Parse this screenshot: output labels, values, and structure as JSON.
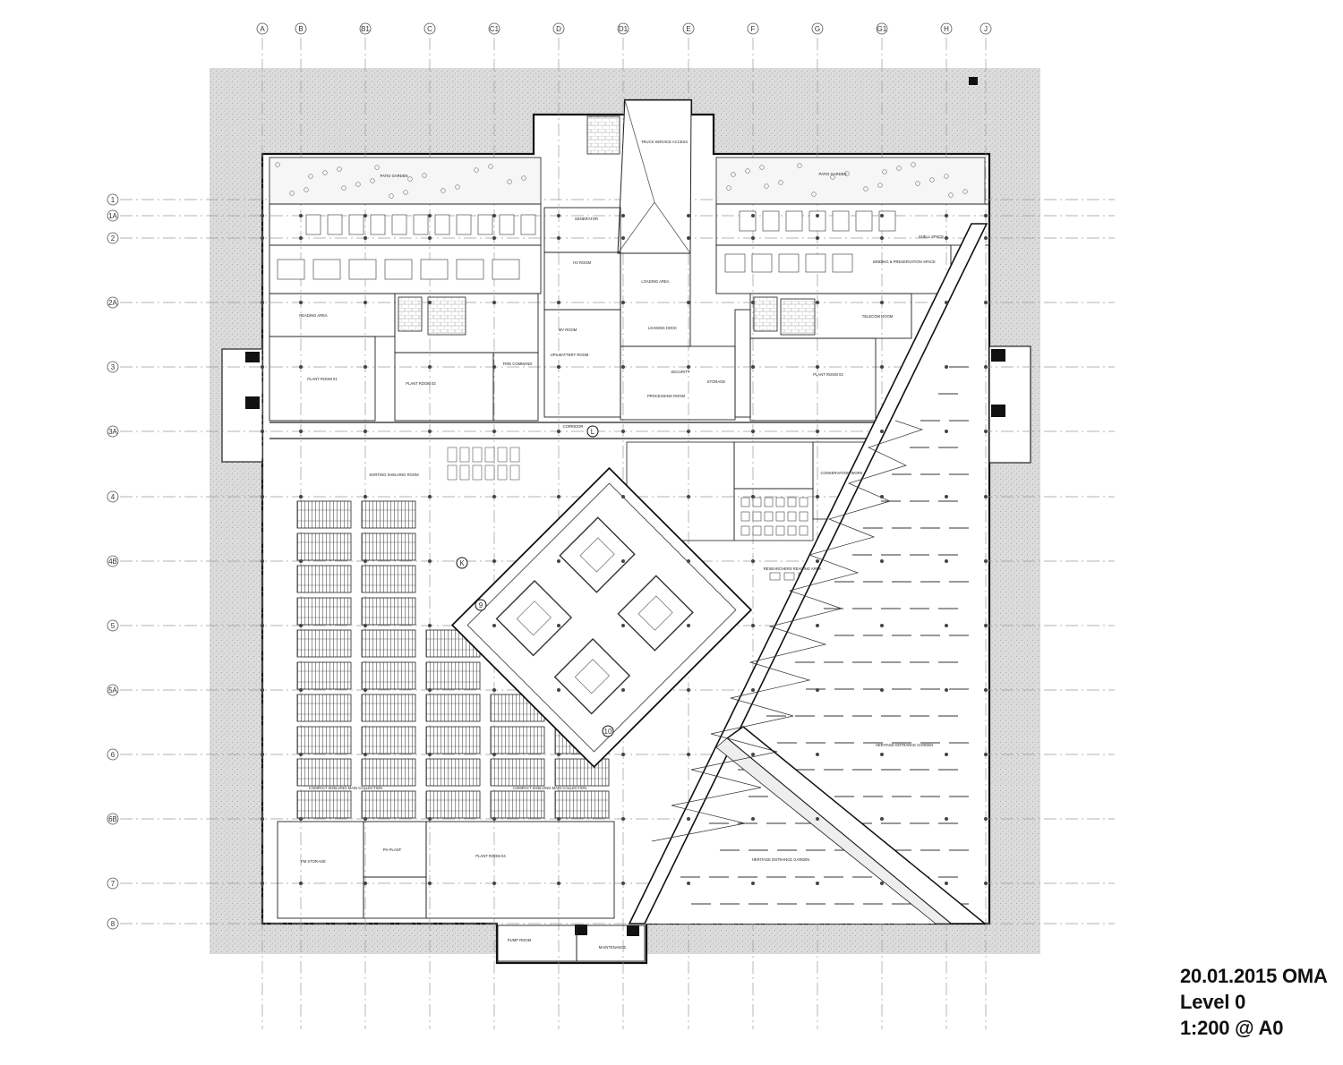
{
  "title_block": {
    "date_author": "20.01.2015 OMA",
    "level": "Level 0",
    "scale": "1:200 @ A0"
  },
  "grid": {
    "columns": [
      "A",
      "B",
      "B1",
      "C",
      "C1",
      "D",
      "D1",
      "E",
      "F",
      "G",
      "G1",
      "H",
      "J"
    ],
    "rows": [
      "1",
      "1A",
      "2",
      "2A",
      "3",
      "3A",
      "4",
      "4B",
      "5",
      "5A",
      "6",
      "6B",
      "7",
      "8"
    ]
  },
  "section_markers": [
    "L",
    "K",
    "9",
    "10"
  ],
  "rooms": [
    {
      "id": "patio_garden_w",
      "label": "PATIO GARDEN"
    },
    {
      "id": "patio_garden_e",
      "label": "PATIO GARDEN"
    },
    {
      "id": "truck_access",
      "label": "TRUCK SERVICE ACCESS"
    },
    {
      "id": "generator",
      "label": "GENERATOR"
    },
    {
      "id": "hv_room",
      "label": "HV ROOM"
    },
    {
      "id": "loading_area",
      "label": "LOADING AREA"
    },
    {
      "id": "loading_dock",
      "label": "LOADING DOCK"
    },
    {
      "id": "mv_room",
      "label": "MV ROOM"
    },
    {
      "id": "ups_battery",
      "label": "UPS BATTERY ROOM"
    },
    {
      "id": "processing_room",
      "label": "PROCESSING ROOM"
    },
    {
      "id": "security",
      "label": "SECURITY"
    },
    {
      "id": "storage_mid",
      "label": "STORAGE"
    },
    {
      "id": "reading_area",
      "label": "READING AREA"
    },
    {
      "id": "plant_room_01",
      "label": "PLANT ROOM 01"
    },
    {
      "id": "plant_room_02",
      "label": "PLANT ROOM 02"
    },
    {
      "id": "fire_command",
      "label": "FIRE COMMAND"
    },
    {
      "id": "plant_room_03",
      "label": "PLANT ROOM 03"
    },
    {
      "id": "plant_room_04",
      "label": "PLANT ROOM 04"
    },
    {
      "id": "shell_space",
      "label": "SHELL SPACE"
    },
    {
      "id": "binding",
      "label": "BINDING & PRESERVATION SPACE"
    },
    {
      "id": "telecom_room",
      "label": "TELECOM ROOM"
    },
    {
      "id": "corridor_3a",
      "label": "CORRIDOR"
    },
    {
      "id": "sorting_shelving",
      "label": "SORTING SHELVING ROOM"
    },
    {
      "id": "conservation",
      "label": "CONSERVATION WORK"
    },
    {
      "id": "researchers_reading",
      "label": "RESEARCHERS READING AREA"
    },
    {
      "id": "compact_shelving_1",
      "label": "COMPACT SHELVING MAIN COLLECTION"
    },
    {
      "id": "compact_shelving_2",
      "label": "COMPACT SHELVING MAIN COLLECTION"
    },
    {
      "id": "fm_storage",
      "label": "FM STORAGE"
    },
    {
      "id": "ph_plant",
      "label": "PH PLANT"
    },
    {
      "id": "heritage_garden_1",
      "label": "HERITAGE ENTRANCE GARDEN"
    },
    {
      "id": "heritage_garden_2",
      "label": "HERITAGE ENTRANCE GARDEN"
    },
    {
      "id": "pump_room",
      "label": "PUMP ROOM"
    },
    {
      "id": "maintenance",
      "label": "MAINTENANCE"
    }
  ]
}
